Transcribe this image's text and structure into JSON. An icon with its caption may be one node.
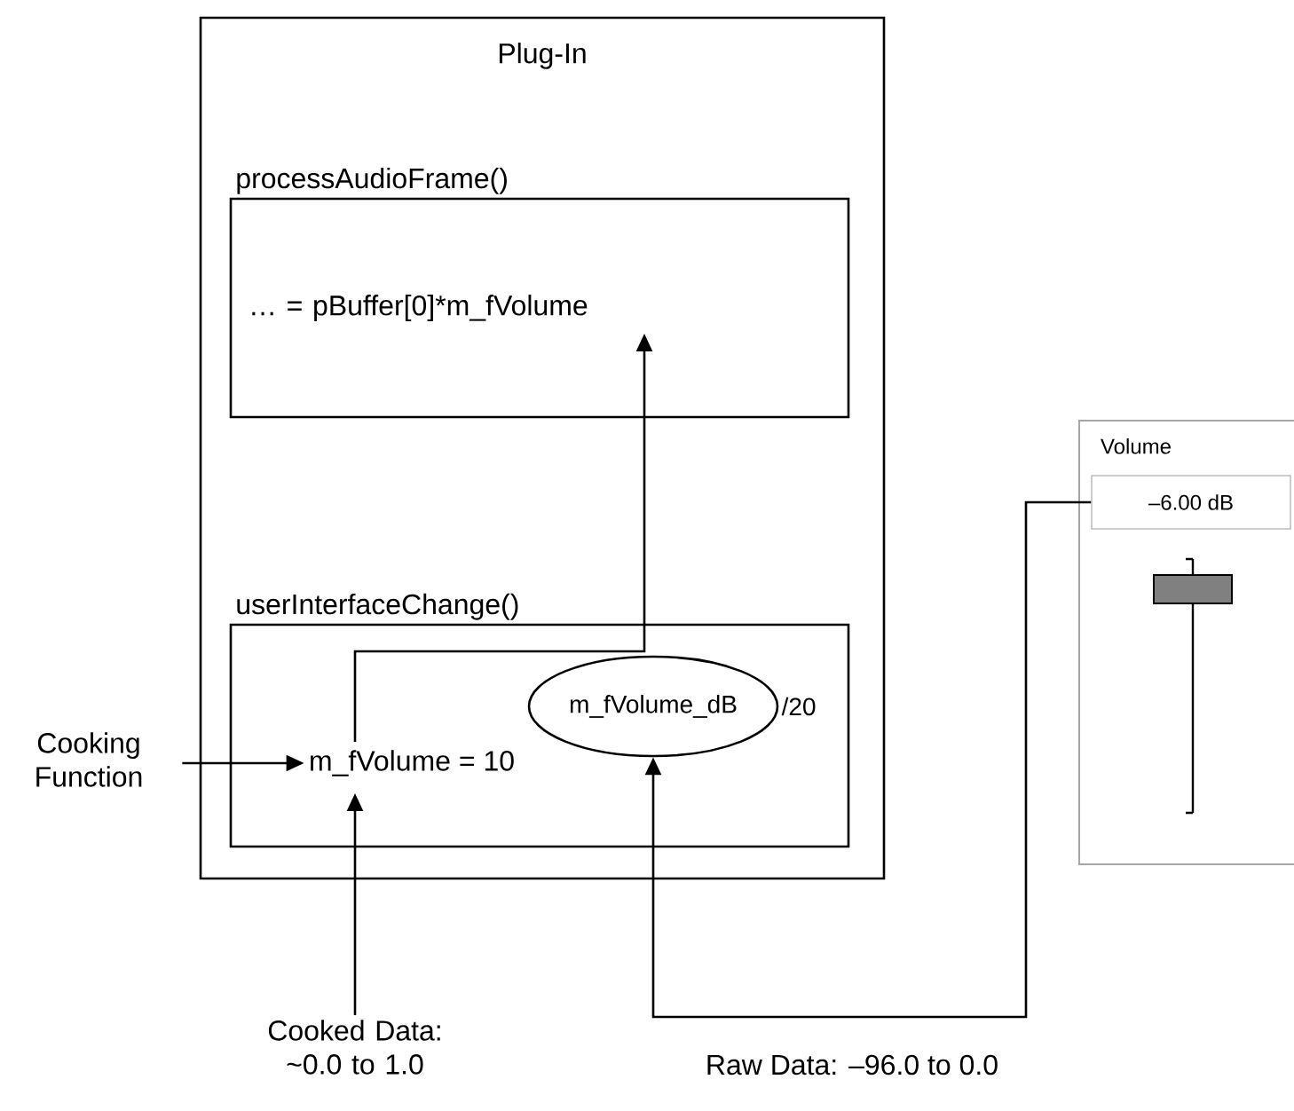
{
  "diagram": {
    "nodes": [
      {
        "text": [
          "Plug-In"
        ]
      },
      {
        "text": [
          "processAudioFrame()",
          "… = pBuffer[0]*m_fVolume"
        ],
        "in": 0
      },
      {
        "text": [
          "userInterfaceChange()"
        ],
        "in": 0
      },
      {
        "text": [
          "m_fVolume = 10"
        ],
        "in": 2
      },
      {
        "text": [
          "m_fVolume_dB"
        ],
        "beside": [
          "/20"
        ],
        "in": 2
      },
      {
        "text": [
          "Cooking Function"
        ]
      },
      {
        "text": [
          "Cooked Data: ~0.0 to 1.0"
        ]
      },
      {
        "text": [
          "Volume"
        ]
      },
      {
        "text": [
          "–6.00 dB"
        ],
        "in": 7
      }
    ],
    "edges": [
      {
        "from": 5,
        "to": 3,
        "arrow": "to"
      },
      {
        "from": 3,
        "to": 1,
        "arrow": "to"
      },
      {
        "from": 6,
        "to": 3,
        "arrow": "to"
      },
      {
        "from": 8,
        "to": 4,
        "arrow": "to",
        "label": "Raw Data: –96.0 to 0.0"
      }
    ]
  }
}
